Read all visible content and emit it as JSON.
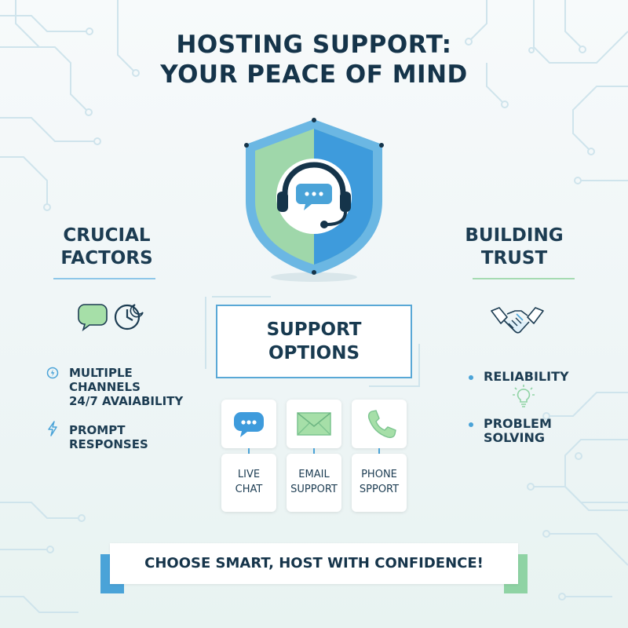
{
  "title": {
    "line1": "HOSTING SUPPORT:",
    "line2": "YOUR PEACE OF MIND"
  },
  "left": {
    "heading_line1": "CRUCIAL",
    "heading_line2": "FACTORS",
    "items": [
      {
        "line1": "MULTIPLE",
        "line2": "CHANNELS",
        "line3": "24/7 AVAIABILITY",
        "icon": "clock-small-icon"
      },
      {
        "line1": "PROMPT",
        "line2": "RESPONSES",
        "icon": "lightning-icon"
      }
    ]
  },
  "right": {
    "heading_line1": "BUILDING",
    "heading_line2": "TRUST",
    "items": [
      {
        "label": "RELIABILITY"
      },
      {
        "line1": "PROBLEM",
        "line2": "SOLVING"
      }
    ]
  },
  "center": {
    "options_line1": "SUPPORT",
    "options_line2": "OPTIONS",
    "channels": [
      {
        "line1": "LIVE",
        "line2": "CHAT",
        "icon": "chat-bubble-icon"
      },
      {
        "line1": "EMAIL",
        "line2": "SUPPORT",
        "icon": "envelope-icon"
      },
      {
        "line1": "PHONE",
        "line2": "SPPORT",
        "icon": "phone-icon"
      }
    ]
  },
  "banner": {
    "text": "CHOOSE SMART, HOST WITH CONFIDENCE!"
  },
  "colors": {
    "navy": "#15344a",
    "blue": "#4aa3d8",
    "green": "#8fd3a4",
    "light_blue": "#a9d6ef"
  }
}
